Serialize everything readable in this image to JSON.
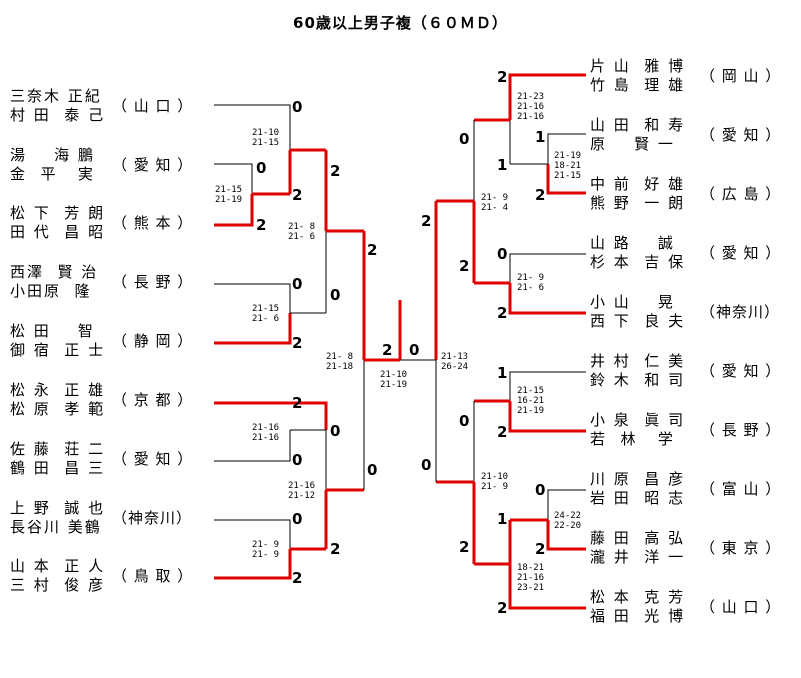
{
  "title": "60歳以上男子複（６０ＭＤ）",
  "left": [
    {
      "p1": "三奈木 正紀",
      "p2": "村 田  泰 己",
      "pref": "（ 山 口 ）"
    },
    {
      "p1": "湯    海 鵬",
      "p2": "金  平   実",
      "pref": "（ 愛 知 ）"
    },
    {
      "p1": "松 下  芳 朗",
      "p2": "田 代  昌 昭",
      "pref": "（ 熊 本 ）"
    },
    {
      "p1": "西澤  賢 治",
      "p2": "小田原  隆",
      "pref": "（ 長 野 ）"
    },
    {
      "p1": "松 田    智",
      "p2": "御 宿  正 士",
      "pref": "（ 静 岡 ）"
    },
    {
      "p1": "松 永  正 雄",
      "p2": "松 原  孝 範",
      "pref": "（ 京 都 ）"
    },
    {
      "p1": "佐 藤  荘 二",
      "p2": "鶴 田  昌 三",
      "pref": "（ 愛 知 ）"
    },
    {
      "p1": "上 野  誠 也",
      "p2": "長谷川 美鶴",
      "pref": "（神奈川）"
    },
    {
      "p1": "山 本  正 人",
      "p2": "三 村  俊 彦",
      "pref": "（ 鳥 取 ）"
    }
  ],
  "right": [
    {
      "p1": "片 山  雅 博",
      "p2": "竹 島  理 雄",
      "pref": "（ 岡 山 ）"
    },
    {
      "p1": "山 田  和 寿",
      "p2": "原    賢 一",
      "pref": "（ 愛 知 ）"
    },
    {
      "p1": "中 前  好 雄",
      "p2": "熊 野  一 朗",
      "pref": "（ 広 島 ）"
    },
    {
      "p1": "山 路    誠",
      "p2": "杉 本  吉 保",
      "pref": "（ 愛 知 ）"
    },
    {
      "p1": "小 山    晃",
      "p2": "西 下  良 夫",
      "pref": "（神奈川）"
    },
    {
      "p1": "井 村  仁 美",
      "p2": "鈴 木  和 司",
      "pref": "（ 愛 知 ）"
    },
    {
      "p1": "小 泉  眞 司",
      "p2": "若  林   学",
      "pref": "（ 長 野 ）"
    },
    {
      "p1": "川 原  昌 彦",
      "p2": "岩 田  昭 志",
      "pref": "（ 富 山 ）"
    },
    {
      "p1": "藤 田  高 弘",
      "p2": "瀧 井  洋 一",
      "pref": "（ 東 京 ）"
    },
    {
      "p1": "松 本  克 芳",
      "p2": "福 田  光 博",
      "pref": "（ 山 口 ）"
    }
  ],
  "scores": {
    "l_r1_top": "0",
    "l_r1_bot": "2",
    "l_a_top": "0",
    "l_a_bot": "2",
    "l_b_top": "0",
    "l_b_bot": "2",
    "l_q1_top": "2",
    "l_q1_bot": "0",
    "l_c_top": "2",
    "l_c_bot": "0",
    "l_d_top": "0",
    "l_d_bot": "2",
    "l_q2_top": "0",
    "l_q2_bot": "2",
    "l_s_top": "2",
    "l_s_bot": "0",
    "final_l": "2",
    "final_r": "0",
    "r_r1_top": "1",
    "r_r1_bot": "2",
    "r_a_top": "2",
    "r_a_bot": "1",
    "r_b_top": "0",
    "r_b_bot": "2",
    "r_q1_top": "0",
    "r_q1_bot": "2",
    "r_c_top": "1",
    "r_c_bot": "2",
    "r_r2_top": "0",
    "r_r2_bot": "2",
    "r_d_top": "1",
    "r_d_bot": "2",
    "r_q2_top": "0",
    "r_q2_bot": "2",
    "r_s_top": "2",
    "r_s_bot": "0"
  },
  "games": {
    "l_a": "21-10\n21-15",
    "l_r1": "21-15\n21-19",
    "l_q1": "21- 8\n21- 6",
    "l_b": "21-15\n21- 6",
    "l_s": "21- 8\n21-18",
    "l_c": "21-16\n21-16",
    "l_q2": "21-16\n21-12",
    "l_d": "21- 9\n21- 9",
    "final_l": "21-10\n21-19",
    "final_r": "21-13\n26-24",
    "r_a": "21-23\n21-16\n21-16",
    "r_r1": "21-19\n18-21\n21-15",
    "r_q1": "21- 9\n21- 4",
    "r_b": "21- 9\n21- 6",
    "r_c": "21-15\n16-21\n21-19",
    "r_q2": "21-10\n21- 9",
    "r_r2": "24-22\n22-20",
    "r_d": "18-21\n21-16\n23-21"
  },
  "colors": {
    "line": "#000000",
    "win": "#e00000"
  }
}
